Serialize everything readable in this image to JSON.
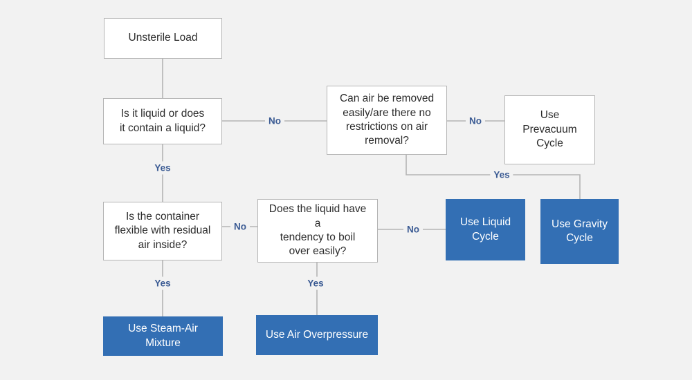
{
  "diagram": {
    "title": "Sterilization Cycle Selection Flowchart",
    "background_color": "#f2f2f2",
    "accent_color": "#336fb4",
    "edge_color": "#b4b4b4",
    "edge_label_color": "#3a5a93",
    "process_fill": "#ffffff",
    "process_border": "#b4b4b4"
  },
  "nodes": {
    "unsterile_load": {
      "label": "Unsterile Load",
      "type": "process"
    },
    "is_liquid": {
      "label": "Is it liquid or does\nit contain a liquid?",
      "type": "process"
    },
    "can_air_be_removed": {
      "label": "Can air be removed\neasily/are there no\nrestrictions on air\nremoval?",
      "type": "process"
    },
    "use_prevacuum_cycle": {
      "label": "Use Prevacuum\nCycle",
      "type": "process"
    },
    "is_container_flexible": {
      "label": "Is the container\nflexible with residual\nair inside?",
      "type": "process"
    },
    "does_liquid_boil": {
      "label": "Does the liquid have a\ntendency to boil\nover easily?",
      "type": "process"
    },
    "use_liquid_cycle": {
      "label": "Use Liquid\nCycle",
      "type": "terminal"
    },
    "use_gravity_cycle": {
      "label": "Use Gravity\nCycle",
      "type": "terminal"
    },
    "use_steam_air_mixture": {
      "label": "Use Steam-Air Mixture",
      "type": "terminal"
    },
    "use_air_overpressure": {
      "label": "Use Air Overpressure",
      "type": "terminal"
    }
  },
  "edge_labels": {
    "liquid_no": "No",
    "liquid_yes": "Yes",
    "air_no": "No",
    "air_yes": "Yes",
    "flexible_no": "No",
    "flexible_yes": "Yes",
    "boil_no": "No",
    "boil_yes": "Yes"
  }
}
